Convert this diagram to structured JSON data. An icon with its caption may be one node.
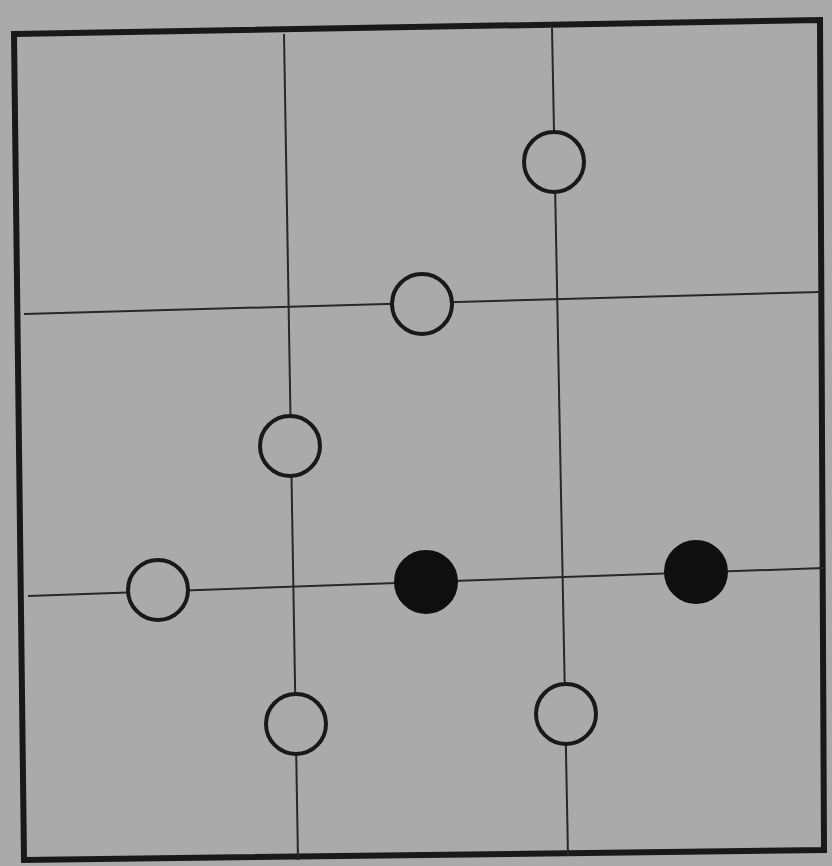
{
  "diagram": {
    "nodes": [
      {
        "text": [],
        "shape": "circle"
      },
      {
        "text": [],
        "shape": "circle"
      },
      {
        "text": [],
        "shape": "circle"
      },
      {
        "text": [],
        "shape": "circle"
      },
      {
        "text": [],
        "shape": "dot"
      },
      {
        "text": [],
        "shape": "dot"
      },
      {
        "text": [],
        "shape": "circle"
      },
      {
        "text": [],
        "shape": "circle"
      }
    ]
  }
}
